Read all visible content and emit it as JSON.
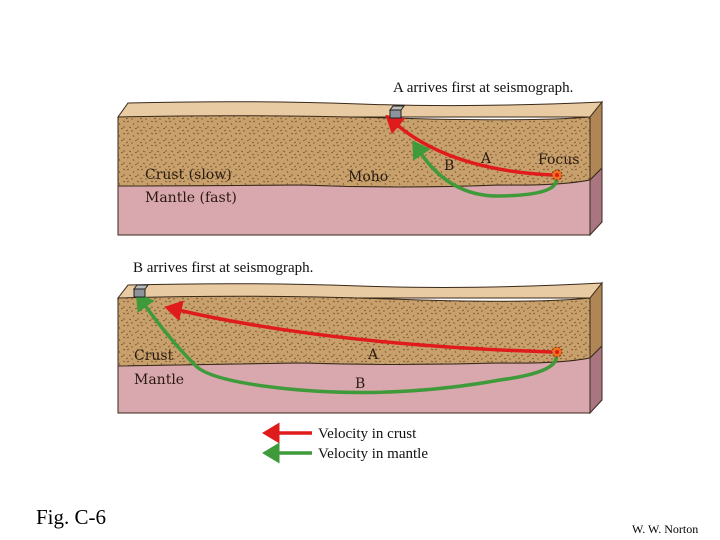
{
  "colors": {
    "crust": "#c8a06c",
    "surface": "#e8cba2",
    "mantle": "#d9a7ae",
    "crust_ray": "#e01b1b",
    "mantle_ray": "#3f9a3a"
  },
  "top_panel": {
    "caption": "A arrives first at seismograph.",
    "crust_label": "Crust (slow)",
    "mantle_label": "Mantle (fast)",
    "moho_label": "Moho",
    "ray_a_label": "A",
    "ray_b_label": "B",
    "focus_label": "Focus"
  },
  "bottom_panel": {
    "caption": "B arrives first at seismograph.",
    "crust_label": "Crust",
    "mantle_label": "Mantle",
    "ray_a_label": "A",
    "ray_b_label": "B"
  },
  "legend": [
    {
      "label": "Velocity in crust",
      "color": "#e01b1b"
    },
    {
      "label": "Velocity in mantle",
      "color": "#3f9a3a"
    }
  ],
  "figure_label": "Fig. C-6",
  "credit": "W. W. Norton"
}
